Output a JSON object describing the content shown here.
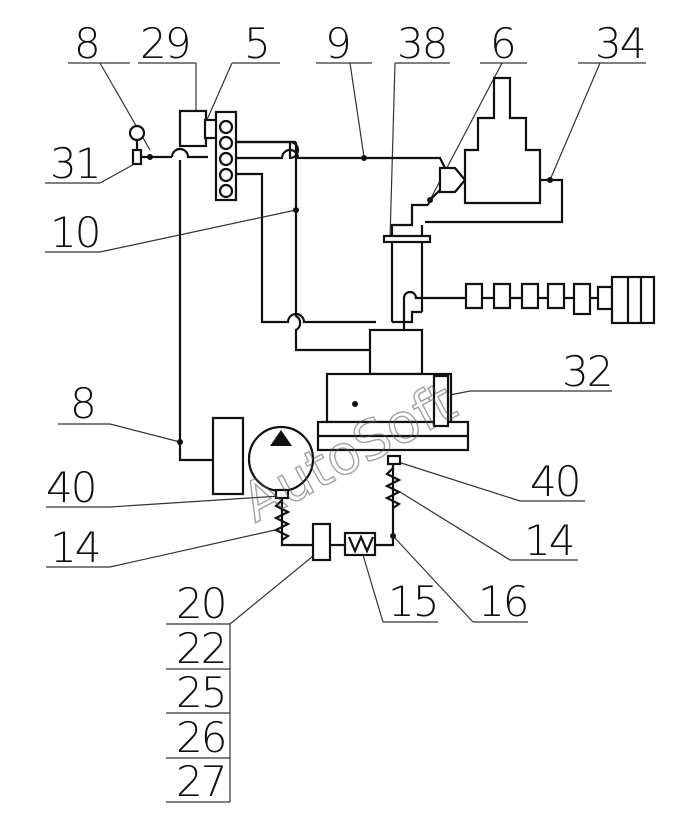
{
  "labels": {
    "l8_top": "8",
    "l29": "29",
    "l5": "5",
    "l9": "9",
    "l38": "38",
    "l6": "6",
    "l34": "34",
    "l31": "31",
    "l10": "10",
    "l32": "32",
    "l8_mid": "8",
    "l40_left": "40",
    "l40_right": "40",
    "l14_left": "14",
    "l14_right": "14",
    "l15": "15",
    "l16": "16",
    "l20": "20",
    "l22": "22",
    "l25": "25",
    "l26": "26",
    "l27": "27"
  },
  "watermark": "AutoSoft"
}
